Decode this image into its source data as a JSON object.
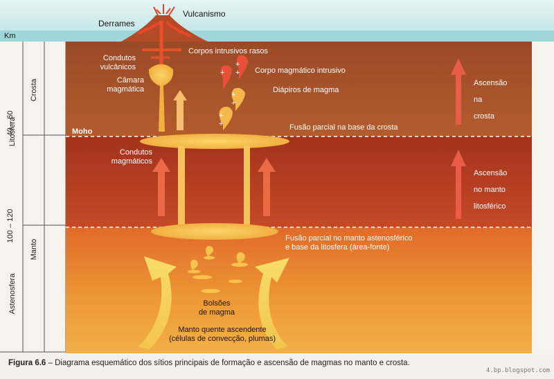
{
  "header": {
    "title_faded": "Mecanismos e propriedades"
  },
  "axis": {
    "unit": "Km",
    "depth_moho": "40 – 60",
    "depth_lithosphere": "100 – 120"
  },
  "columns": {
    "crosta": "Crosta",
    "litosfera": "Litosfera",
    "manto": "Manto",
    "astenosfera": "Astenosfera"
  },
  "labels": {
    "vulcanismo": "Vulcanismo",
    "derrames": "Derrames",
    "condutos_vulcanicos": [
      "Condutos",
      "vulcânicos"
    ],
    "corpos_intrusivos": "Corpos intrusivos rasos",
    "camara_magmatica": [
      "Câmara",
      "magmática"
    ],
    "corpo_magmatico": "Corpo magmático intrusivo",
    "diapiros": "Diápiros de magma",
    "moho": "Moho",
    "fusao_base_crosta": "Fusão parcial na base da crosta",
    "condutos_magmaticos": [
      "Condutos",
      "magmáticos"
    ],
    "ascensao_crosta": [
      "Ascensão",
      "na",
      "crosta"
    ],
    "ascensao_manto": [
      "Ascensão",
      "no manto",
      "litosférico"
    ],
    "fusao_manto": [
      "Fusão parcial no manto astenosférico",
      "e base da litosfera (área-fonte)"
    ],
    "bolsoes": [
      "Bolsões",
      "de magma"
    ],
    "manto_quente": [
      "Manto quente ascendente",
      "(células de convecção, plumas)"
    ]
  },
  "caption": {
    "figure": "Figura 6.6",
    "text": " – Diagrama esquemático dos sítios principais de formação e ascensão de magmas no manto e crosta."
  },
  "credit": "4.bp.blogspot.com",
  "colors": {
    "crust": "#a8552c",
    "mantle_lith": "#b63c22",
    "astheno": "#e07a2e",
    "sky": "#bfe4e6",
    "magma": "#f2b040",
    "arrow": "#e8604a"
  }
}
